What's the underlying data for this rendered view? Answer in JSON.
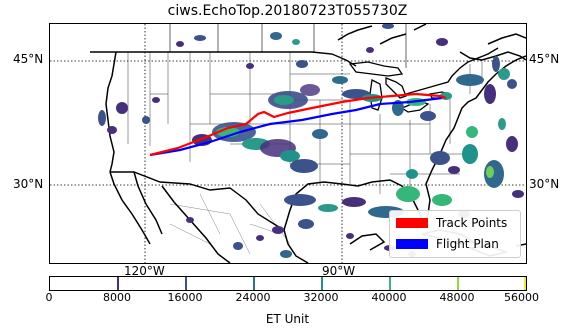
{
  "title": "ciws.EchoTop.20180723T055730Z",
  "map": {
    "lat_labels": [
      {
        "text": "45°N",
        "lat": 45
      },
      {
        "text": "30°N",
        "lat": 30
      }
    ],
    "lon_labels": [
      {
        "text": "120°W",
        "lon": -120
      },
      {
        "text": "90°W",
        "lon": -90
      }
    ],
    "lon_range": [
      -128,
      -58
    ],
    "lat_range": [
      22,
      51
    ]
  },
  "legend": {
    "placement": "lower-right",
    "items": [
      {
        "label": "Track Points",
        "color": "#ff0000"
      },
      {
        "label": "Flight Plan",
        "color": "#0000ff"
      }
    ]
  },
  "colorbar": {
    "ticks": [
      "0",
      "8000",
      "16000",
      "24000",
      "32000",
      "40000",
      "48000",
      "56000"
    ],
    "label": "ET Unit",
    "min": 0,
    "max": 56000
  }
}
